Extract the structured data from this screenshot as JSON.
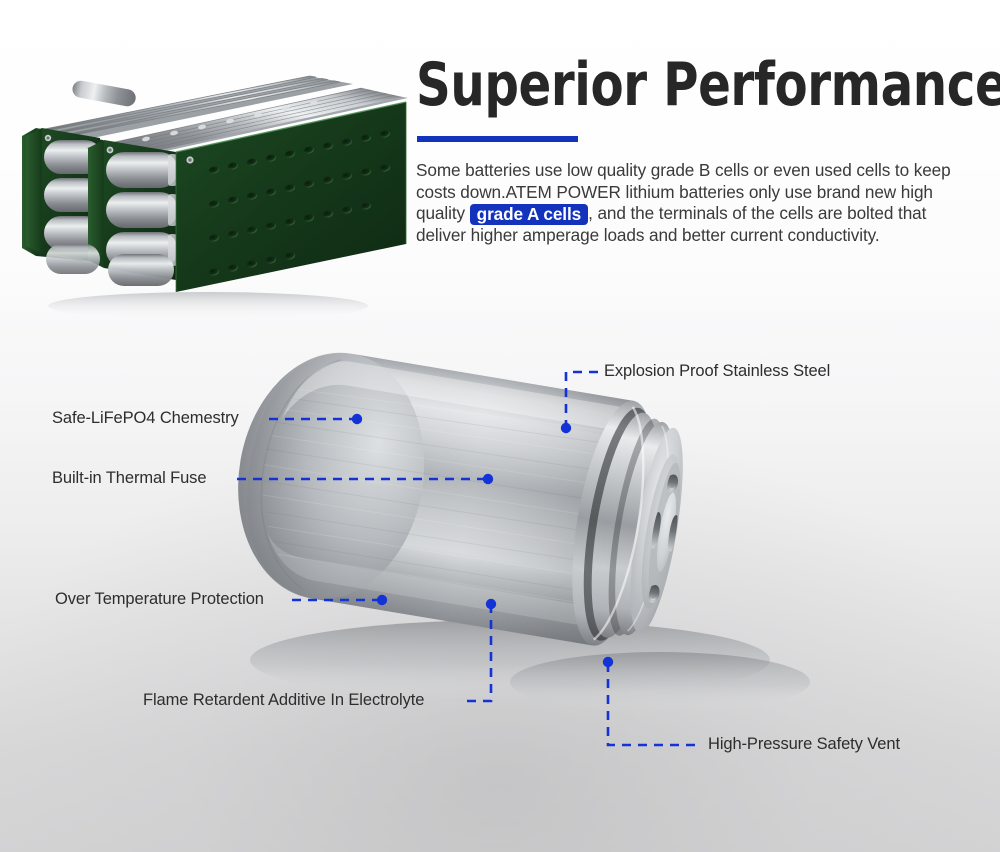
{
  "page": {
    "title": "Superior Performance",
    "background_top_color": "#fdfdfe",
    "background_bottom_color": "#d3d3d4",
    "accent_color": "#1433bd",
    "text_color": "#2d2d2d"
  },
  "heading": {
    "text": "Superior Performance",
    "color": "#272727"
  },
  "paragraph": {
    "part1": "Some batteries use low quality grade B cells or even used cells to keep costs down.ATEM POWER lithium batteries only use brand new high quality ",
    "highlight": "grade A cells",
    "part2": ", and the terminals of the cells are bolted that deliver higher amperage loads and better current conductivity."
  },
  "pack_image": {
    "alt": "battery-pack-module",
    "pcb_color": "#1d4220",
    "cell_color": "#b8bcc0",
    "cell_rows": 4,
    "cell_columns": 11
  },
  "cell_image": {
    "alt": "lithium-cell-cutaway",
    "body_color": "#a9adb1",
    "vent_slots": 4
  },
  "callouts": [
    {
      "id": "safe-lifepo4-chemestry",
      "label": "Safe-LiFePO4 Chemestry",
      "side": "left"
    },
    {
      "id": "built-in-thermal-fuse",
      "label": "Built-in Thermal Fuse",
      "side": "left"
    },
    {
      "id": "over-temperature-protection",
      "label": "Over Temperature Protection",
      "side": "left"
    },
    {
      "id": "flame-retardent-additive",
      "label": "Flame Retardent Additive In Electrolyte",
      "side": "left"
    },
    {
      "id": "explosion-proof-stainless-steel",
      "label": "Explosion Proof Stainless Steel",
      "side": "right"
    },
    {
      "id": "high-pressure-safety-vent",
      "label": "High-Pressure Safety Vent",
      "side": "right"
    }
  ]
}
